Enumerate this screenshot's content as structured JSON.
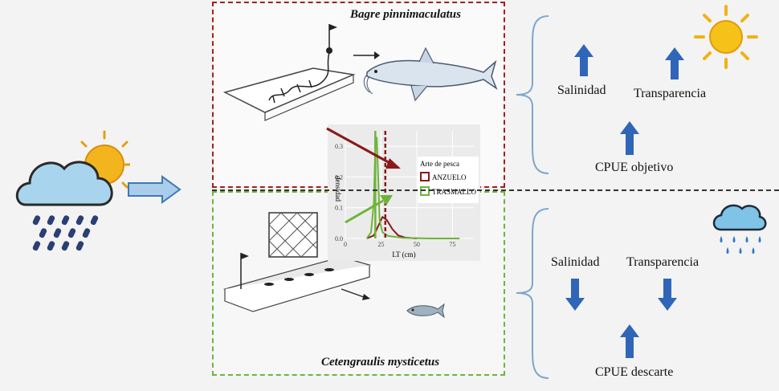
{
  "species": {
    "top": "Bagre pinnimaculatus",
    "bottom": "Cetengraulis mysticetus"
  },
  "top_outcomes": {
    "salinity": "Salinidad",
    "transparency": "Transparencia",
    "cpue": "CPUE objetivo"
  },
  "bottom_outcomes": {
    "salinity": "Salinidad",
    "transparency": "Transparencia",
    "cpue": "CPUE descarte"
  },
  "icons": {
    "season_left": "sun-cloud-rain-icon",
    "season_top": "sun-icon",
    "season_bottom": "rain-cloud-icon",
    "fish_top": "catfish-icon",
    "fish_bottom": "anchovy-icon",
    "gear_top": "longline-hook-icon",
    "gear_bottom": "gillnet-icon"
  },
  "colors": {
    "anzuelo": "#8b1a1a",
    "trasmallo": "#6fb43a",
    "arrow": "#2f66b8"
  },
  "chart_data": {
    "type": "line",
    "xlabel": "LT (cm)",
    "ylabel": "densidad",
    "xlim": [
      0,
      90
    ],
    "ylim": [
      0,
      0.35
    ],
    "xticks": [
      "0",
      "25",
      "50",
      "75"
    ],
    "yticks": [
      "0.0",
      "0.1",
      "0.2",
      "0.3"
    ],
    "legend_title": "Arte de pesca",
    "series": [
      {
        "name": "ANZUELO",
        "x": [
          15,
          20,
          23,
          26,
          29,
          33,
          37,
          42,
          50
        ],
        "y": [
          0,
          0.01,
          0.04,
          0.07,
          0.06,
          0.03,
          0.01,
          0.003,
          0
        ]
      },
      {
        "name": "TRASMALLO",
        "x": [
          15,
          18,
          20,
          21,
          22,
          23,
          24,
          26,
          30,
          40,
          60,
          80
        ],
        "y": [
          0,
          0.02,
          0.12,
          0.3,
          0.33,
          0.2,
          0.06,
          0.02,
          0.008,
          0.002,
          0,
          0
        ]
      }
    ],
    "vlines": [
      {
        "x": 21,
        "series": "TRASMALLO",
        "style": "solid"
      },
      {
        "x": 28,
        "series": "ANZUELO",
        "style": "dashed"
      }
    ]
  }
}
